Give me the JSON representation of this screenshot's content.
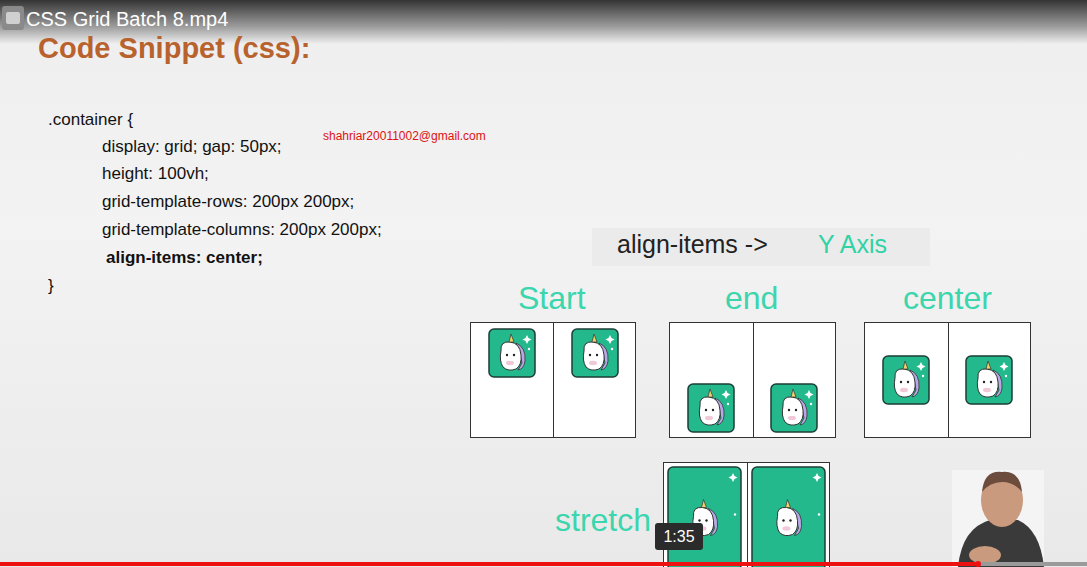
{
  "diagram": {
    "title": "Code Snippet (css):",
    "nodes": [
      {
        "text": [
          "Start"
        ]
      },
      {
        "text": [
          "end"
        ]
      },
      {
        "text": [
          "center"
        ]
      },
      {
        "text": [
          "stretch"
        ]
      }
    ],
    "edges": [],
    "labels": [
      "CSS Grid Batch 8.mp4",
      ".container {",
      "display: grid; gap: 50px;",
      "height: 100vh;",
      "grid-template-rows: 200px 200px;",
      "grid-template-columns: 200px 200px;",
      "align-items: center;",
      "}",
      "shahriar20011002@gmail.com",
      "align-items ->",
      "Y Axis",
      "1:35"
    ]
  }
}
